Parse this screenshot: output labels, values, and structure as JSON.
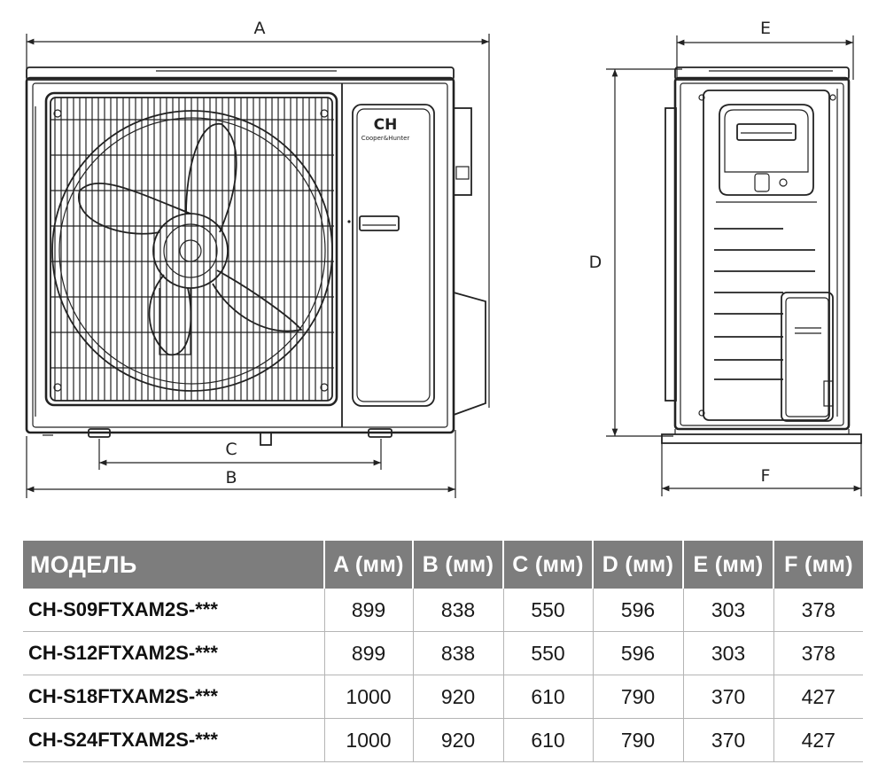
{
  "dimensions": {
    "a": "A",
    "b": "B",
    "c": "C",
    "d": "D",
    "e": "E",
    "f": "F"
  },
  "logo": {
    "initials": "CH",
    "brand": "Cooper&Hunter"
  },
  "table": {
    "headers": [
      "МОДЕЛЬ",
      "A (мм)",
      "B (мм)",
      "C (мм)",
      "D (мм)",
      "E (мм)",
      "F (мм)"
    ],
    "rows": [
      [
        "CH-S09FTXAM2S-***",
        "899",
        "838",
        "550",
        "596",
        "303",
        "378"
      ],
      [
        "CH-S12FTXAM2S-***",
        "899",
        "838",
        "550",
        "596",
        "303",
        "378"
      ],
      [
        "CH-S18FTXAM2S-***",
        "1000",
        "920",
        "610",
        "790",
        "370",
        "427"
      ],
      [
        "CH-S24FTXAM2S-***",
        "1000",
        "920",
        "610",
        "790",
        "370",
        "427"
      ]
    ]
  },
  "colors": {
    "header_bg": "#7d7d7d",
    "line": "#222222"
  }
}
